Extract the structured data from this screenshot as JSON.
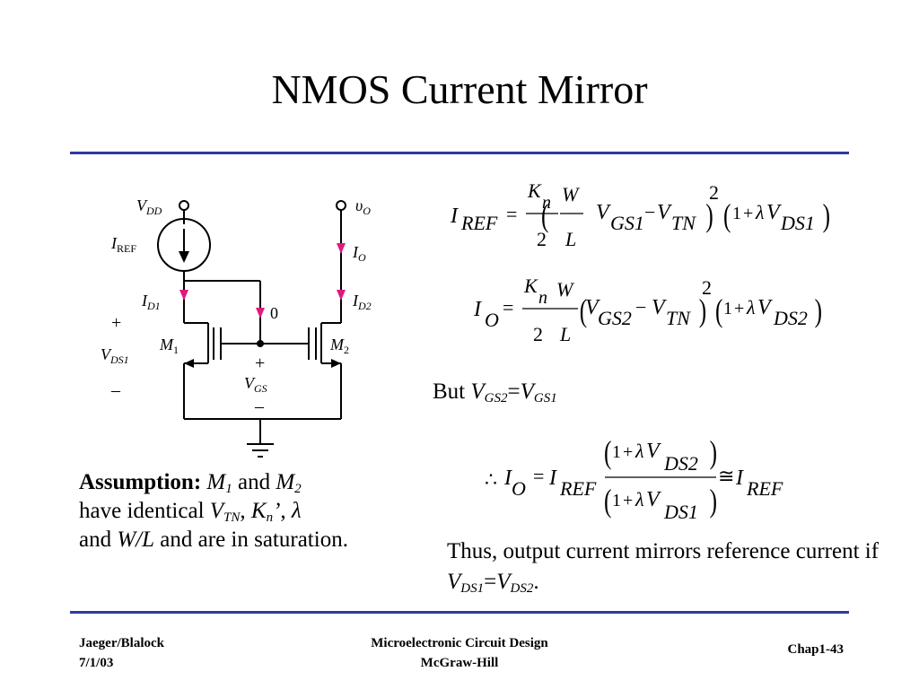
{
  "slide": {
    "title": "NMOS Current Mirror"
  },
  "circuit": {
    "vdd_label": "V",
    "vdd_sub": "DD",
    "vo_label": "υ",
    "vo_sub": "O",
    "iref_label": "I",
    "iref_sub": "REF",
    "io_label": "I",
    "io_sub": "O",
    "id1_label": "I",
    "id1_sub": "D1",
    "id2_label": "I",
    "id2_sub": "D2",
    "zero_label": "0",
    "m1_label": "M",
    "m1_sub": "1",
    "m2_label": "M",
    "m2_sub": "2",
    "vgs_label": "V",
    "vgs_sub": "GS",
    "vds1_label": "V",
    "vds1_sub": "DS1",
    "plus": "+",
    "minus": "–",
    "colors": {
      "arrow": "#e0197d",
      "wire": "#000000"
    }
  },
  "equations": {
    "iref": {
      "lhs": "I",
      "lhs_sub": "REF",
      "eq": "=",
      "k": "K",
      "k_sub": "n",
      "two": "2",
      "w": "W",
      "l": "L",
      "v": "V",
      "gs": "GS1",
      "minus": "−",
      "v2": "V",
      "tn": "TN",
      "sq": "2",
      "one": "1",
      "plus": "+",
      "lambda": "λ",
      "v3": "V",
      "ds": "DS1",
      "lp": "(",
      "rp": ")"
    },
    "io": {
      "lhs": "I",
      "lhs_sub": "O",
      "eq": "=",
      "k": "K",
      "k_sub": "n",
      "two": "2",
      "w": "W",
      "l": "L",
      "v": "V",
      "gs": "GS2",
      "minus": "−",
      "v2": "V",
      "tn": "TN",
      "sq": "2",
      "one": "1",
      "plus": "+",
      "lambda": "λ",
      "v3": "V",
      "ds": "DS2",
      "lp": "(",
      "rp": ")"
    },
    "ratio": {
      "therefore": "∴",
      "io": "I",
      "io_sub": "O",
      "eq": "=",
      "iref": "I",
      "iref_sub": "REF",
      "one": "1",
      "plus": "+",
      "lambda": "λ",
      "v": "V",
      "num_ds": "DS2",
      "den_ds": "DS1",
      "approx": "≅",
      "iref2": "I",
      "iref2_sub": "REF",
      "lp": "(",
      "rp": ")"
    }
  },
  "but_text": {
    "but": "But ",
    "v1": "V",
    "s1": "GS2",
    "eq": "=",
    "v2": "V",
    "s2": "GS1"
  },
  "assumption": {
    "bold": "Assumption:",
    "m": "M",
    "m1_sub": "1",
    "and1": " and ",
    "m2": "M",
    "m2_sub": "2",
    "t1": "have identical ",
    "vtn": "V",
    "vtn_sub": "TN",
    "comma1": ", ",
    "kn": "K",
    "kn_sub": "n",
    "kn_prime": "’",
    "comma2": ", ",
    "lambda": "λ",
    "t2": "and ",
    "wl": "W/L",
    "t3": " and are in saturation."
  },
  "thus": {
    "t1": "Thus, output current mirrors reference current if ",
    "v1": "V",
    "s1": "DS1",
    "eq": "=",
    "v2": "V",
    "s2": "DS2",
    "period": "."
  },
  "footer": {
    "author": "Jaeger/Blalock",
    "date": "7/1/03",
    "book": "Microelectronic Circuit Design",
    "publisher": "McGraw-Hill",
    "chapter": "Chap1-43"
  }
}
